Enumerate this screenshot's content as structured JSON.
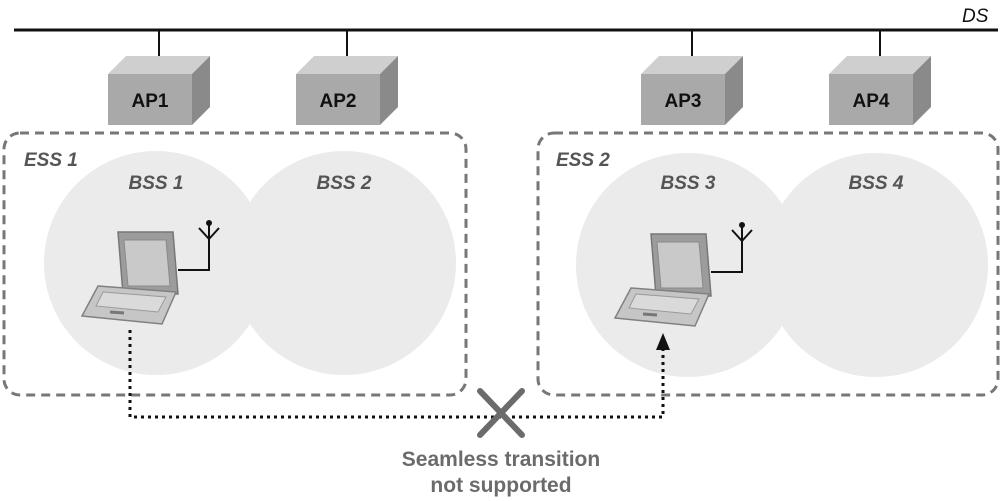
{
  "ds": {
    "label": "DS"
  },
  "aps": [
    {
      "label": "AP1"
    },
    {
      "label": "AP2"
    },
    {
      "label": "AP3"
    },
    {
      "label": "AP4"
    }
  ],
  "ess": [
    {
      "label": "ESS 1",
      "bss": [
        {
          "label": "BSS 1"
        },
        {
          "label": "BSS 2"
        }
      ]
    },
    {
      "label": "ESS 2",
      "bss": [
        {
          "label": "BSS 3"
        },
        {
          "label": "BSS 4"
        }
      ]
    }
  ],
  "transition": {
    "line1": "Seamless transition",
    "line2": "not supported"
  },
  "icons": {
    "laptop": "laptop-icon",
    "antenna": "antenna-icon",
    "blocked": "x-mark-icon"
  },
  "colors": {
    "line": "#111111",
    "ap_front": "#a9a9a9",
    "ap_top": "#cfcfcf",
    "ap_side": "#8a8a8a",
    "bss_fill": "#e9e9e9",
    "ess_border": "#777777",
    "x_mark": "#6b6b6b"
  }
}
